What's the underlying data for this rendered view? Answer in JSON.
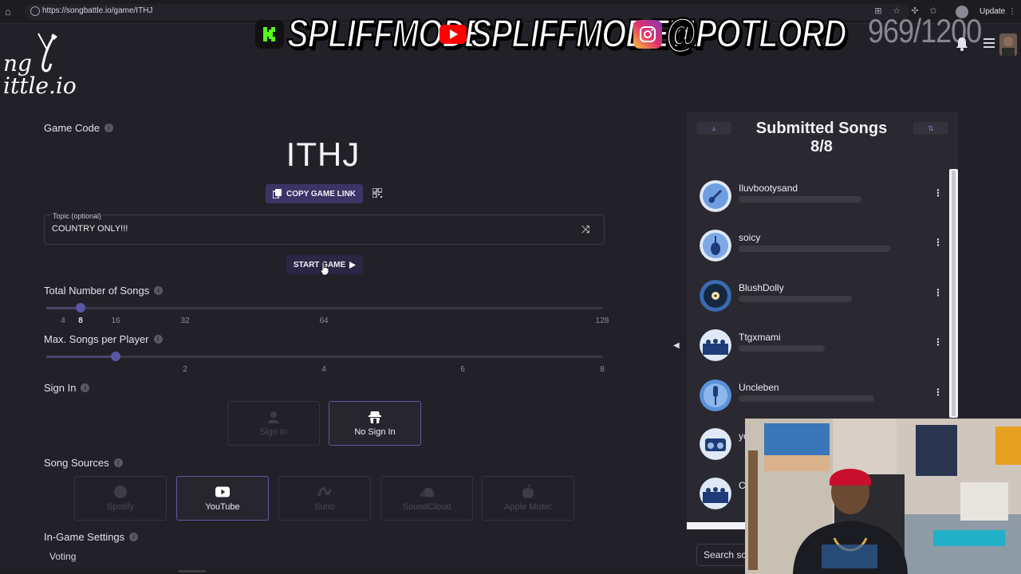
{
  "browser": {
    "url": "https://songbattle.io/game/ITHJ",
    "update_label": "Update"
  },
  "logo": {
    "text_line1": "ng",
    "text_line2": "ittle.io"
  },
  "overlay": {
    "items": [
      {
        "platform": "kick",
        "label": "SPLIFFMODE",
        "color": "#53fc18"
      },
      {
        "platform": "youtube",
        "label": "SPLIFFMODETV",
        "color": "#ff0000"
      },
      {
        "platform": "instagram",
        "label": "@POTLORD",
        "color": "#d6249f"
      }
    ],
    "viewer_count": "969/1200"
  },
  "game": {
    "code_label": "Game Code",
    "code": "ITHJ",
    "copy_link_label": "COPY GAME LINK",
    "topic_label": "Topic (optional)",
    "topic_value": "COUNTRY ONLY!!!",
    "start_label": "START GAME",
    "total_songs": {
      "label": "Total Number of Songs",
      "value": 8,
      "ticks": [
        "4",
        "8",
        "16",
        "32",
        "64",
        "128"
      ]
    },
    "max_per_player": {
      "label": "Max. Songs per Player",
      "value": 1,
      "ticks": [
        "2",
        "4",
        "6",
        "8"
      ]
    },
    "sign_in": {
      "label": "Sign In",
      "options": [
        {
          "label": "Sign In",
          "selected": false
        },
        {
          "label": "No Sign In",
          "selected": true
        }
      ]
    },
    "song_sources": {
      "label": "Song Sources",
      "options": [
        {
          "label": "Spotify",
          "selected": false
        },
        {
          "label": "YouTube",
          "selected": true
        },
        {
          "label": "Suno",
          "selected": false
        },
        {
          "label": "SoundCloud",
          "selected": false
        },
        {
          "label": "Apple Music",
          "selected": false
        }
      ]
    },
    "in_game_label": "In-Game Settings",
    "voting_label": "Voting"
  },
  "songs_panel": {
    "title": "Submitted Songs",
    "count": "8/8",
    "songs": [
      {
        "user": "Iluvbootysand",
        "avatar": "guitar-icon",
        "color": "#5b8fd6"
      },
      {
        "user": "soicy",
        "avatar": "violin-icon",
        "color": "#6b9be0"
      },
      {
        "user": "BlushDolly",
        "avatar": "vinyl-icon",
        "color": "#2a5a9a"
      },
      {
        "user": "Ttgxmami",
        "avatar": "band-icon",
        "color": "#7aa6e0"
      },
      {
        "user": "Uncleben",
        "avatar": "microphone-icon",
        "color": "#4a8ad0"
      },
      {
        "user": "yo",
        "avatar": "boombox-icon",
        "color": "#6a9ad6"
      },
      {
        "user": "C",
        "avatar": "band-icon",
        "color": "#7aa6e0"
      }
    ],
    "search_placeholder": "Search so"
  }
}
